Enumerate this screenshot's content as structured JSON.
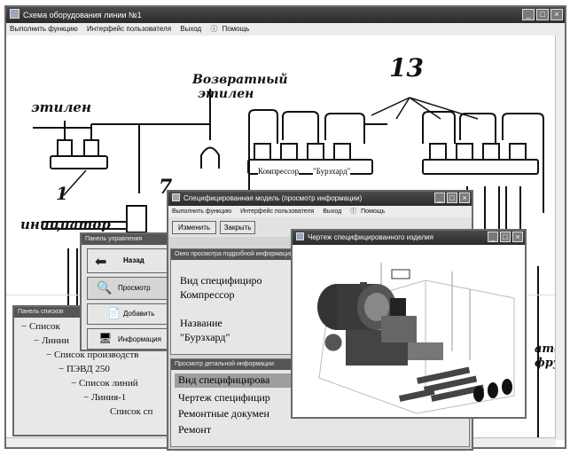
{
  "main_window": {
    "title": "Схема оборудования линии №1",
    "menu": [
      "Выполнить функцию",
      "Интерфейс пользователя",
      "Выход",
      "Помощь"
    ]
  },
  "diagram": {
    "label_ethylene": "этилен",
    "label_return": "Возвратный",
    "label_return2": "этилен",
    "label_initiator": "инициатор",
    "num_1": "1",
    "num_7": "7",
    "num_13": "13",
    "tag_compressor": "Компрессор",
    "tag_burzhard": "\"Бурзхард\"",
    "right_frag1": "ато",
    "right_frag2": "фру"
  },
  "spec_window": {
    "title": "Специфицированная модель (просмотр информации)",
    "menu": [
      "Выполнить функцию",
      "Интерфейс пользователя",
      "Выход",
      "Помощь"
    ],
    "toolbar": [
      "Изменить",
      "Закрыть"
    ],
    "panel1_title": "Окно просмотра подробной информации",
    "type_label": "Вид специфициро",
    "type_value": "Компрессор",
    "name_label": "Название",
    "name_value": "\"Бурзхард\"",
    "panel2_title": "Просмотр детальной информации",
    "list": [
      "Вид специфицирова",
      "Чертеж специфицир",
      "Ремонтные докумен",
      "Ремонт"
    ]
  },
  "nav_window": {
    "title": "Панель управления",
    "buttons": [
      "Назад",
      "Просмотр",
      "Добавить",
      "Информация"
    ]
  },
  "tree_window": {
    "title": "Панель списков",
    "items": [
      "Список",
      "Линии",
      "Список производств",
      "ПЭВД 250",
      "Список линий",
      "Линия-1",
      "Список сп"
    ]
  },
  "drawing_window": {
    "title": "Чертеж специфицированного изделия"
  }
}
